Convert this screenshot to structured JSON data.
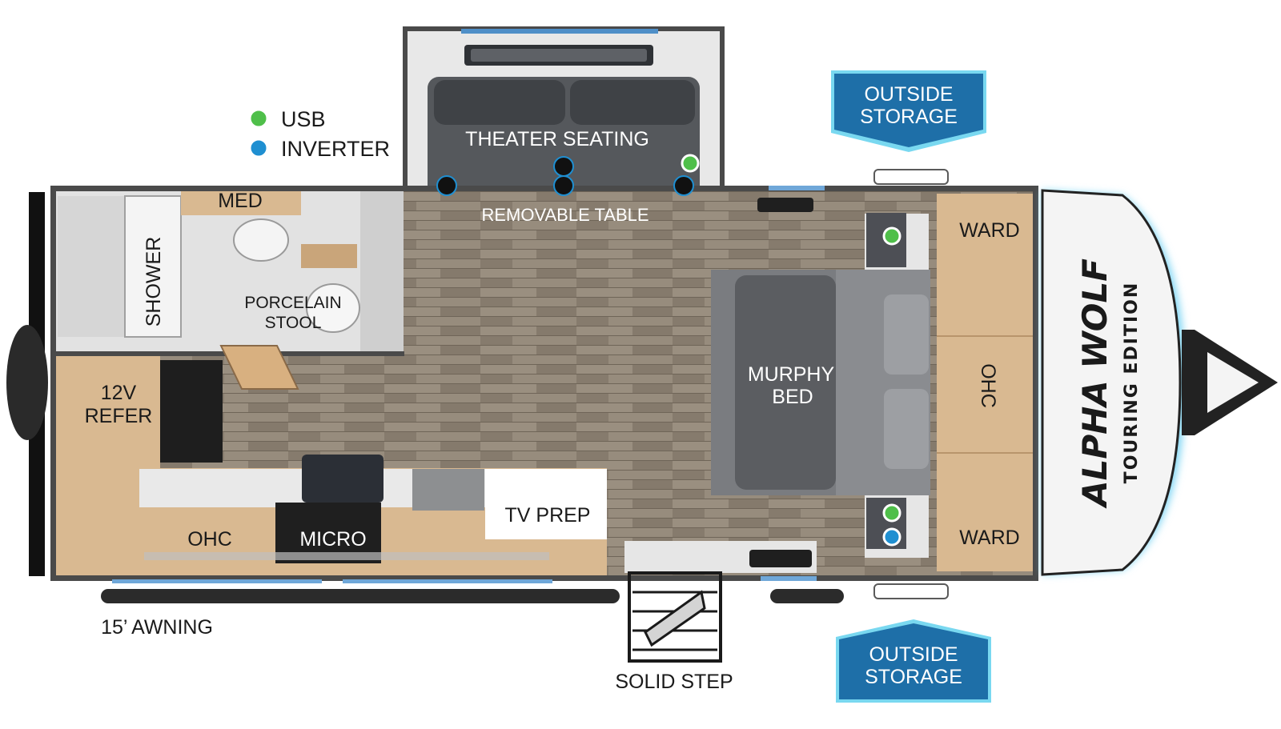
{
  "legend": {
    "usb": {
      "label": "USB",
      "color": "#4fbf4a"
    },
    "inverter": {
      "label": "INVERTER",
      "color": "#1f8fd1"
    }
  },
  "labels": {
    "theater_seating": "THEATER SEATING",
    "removable_table": "REMOVABLE TABLE",
    "med": "MED",
    "shower": "SHOWER",
    "porcelain_stool_1": "PORCELAIN",
    "porcelain_stool_2": "STOOL",
    "refer_1": "12V",
    "refer_2": "REFER",
    "ohc_kitchen": "OHC",
    "micro": "MICRO",
    "tv_prep": "TV PREP",
    "murphy_bed_1": "MURPHY",
    "murphy_bed_2": "BED",
    "ward_top": "WARD",
    "ohc_bedroom": "OHC",
    "ward_bottom": "WARD",
    "awning": "15’ AWNING",
    "solid_step": "SOLID STEP"
  },
  "outside_storage_top": [
    "OUTSIDE",
    "STORAGE"
  ],
  "outside_storage_bottom": [
    "OUTSIDE",
    "STORAGE"
  ],
  "brand": {
    "name": "ALPHA WOLF",
    "edition": "TOURING EDITION"
  },
  "colors": {
    "floor": "#8f8476",
    "wall": "#4a4a4a",
    "cabinet": "#d9b991",
    "storage_fill": "#1e6fa8",
    "storage_glow": "#79d8f0",
    "seat": "#55585c",
    "bed": "#5b5d61",
    "front_glow": "#7fd6f4"
  }
}
